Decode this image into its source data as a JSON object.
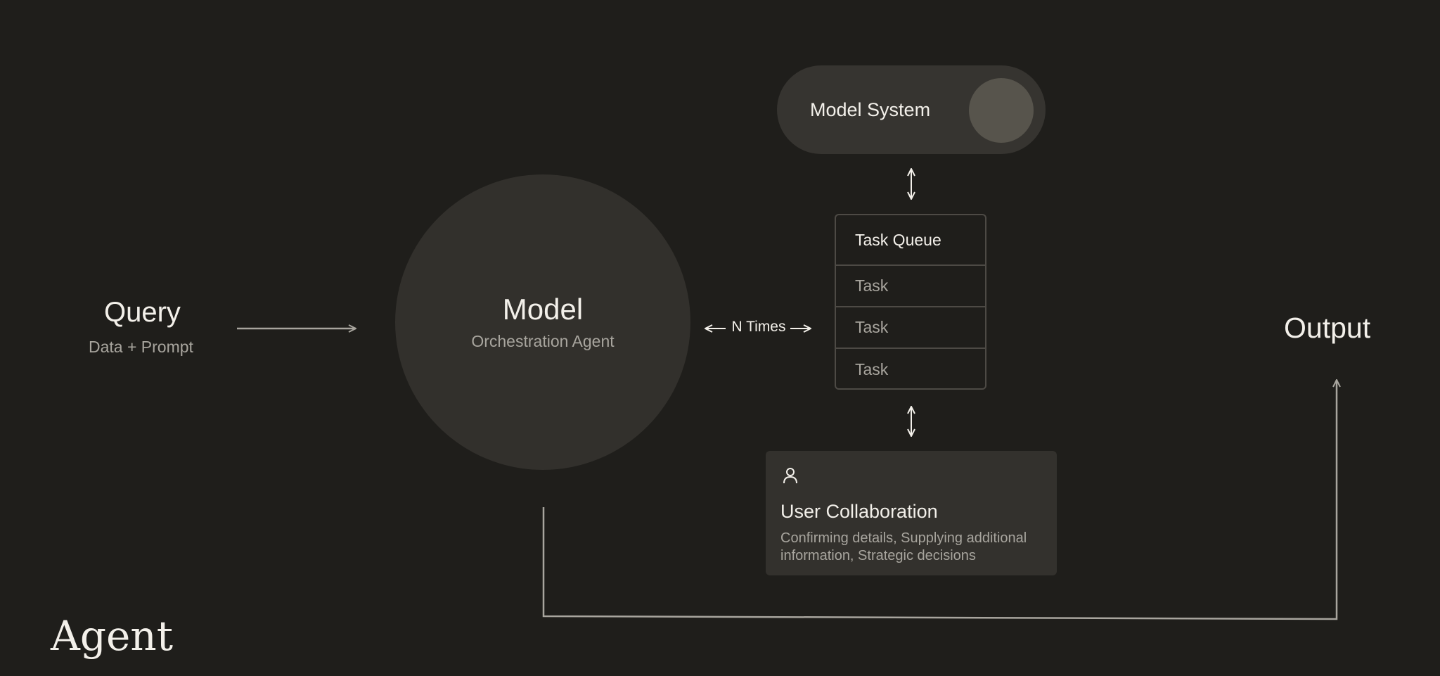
{
  "query": {
    "title": "Query",
    "subtitle": "Data + Prompt"
  },
  "model": {
    "title": "Model",
    "subtitle": "Orchestration Agent"
  },
  "loop": {
    "label": "N Times"
  },
  "model_system": {
    "label": "Model System"
  },
  "task_queue": {
    "header": "Task Queue",
    "tasks": [
      "Task",
      "Task",
      "Task"
    ]
  },
  "user_collaboration": {
    "icon": "user-icon",
    "title": "User Collaboration",
    "description": "Confirming details, Supplying additional information, Strategic decisions"
  },
  "output": {
    "title": "Output"
  },
  "section": {
    "title": "Agent"
  },
  "colors": {
    "background": "#1f1e1b",
    "node_fill": "#32302c",
    "pill_fill": "#363430",
    "knob_fill": "#57544c",
    "text_primary": "#f3f0ea",
    "text_secondary": "#a8a59e",
    "line": "#a8a59e"
  }
}
